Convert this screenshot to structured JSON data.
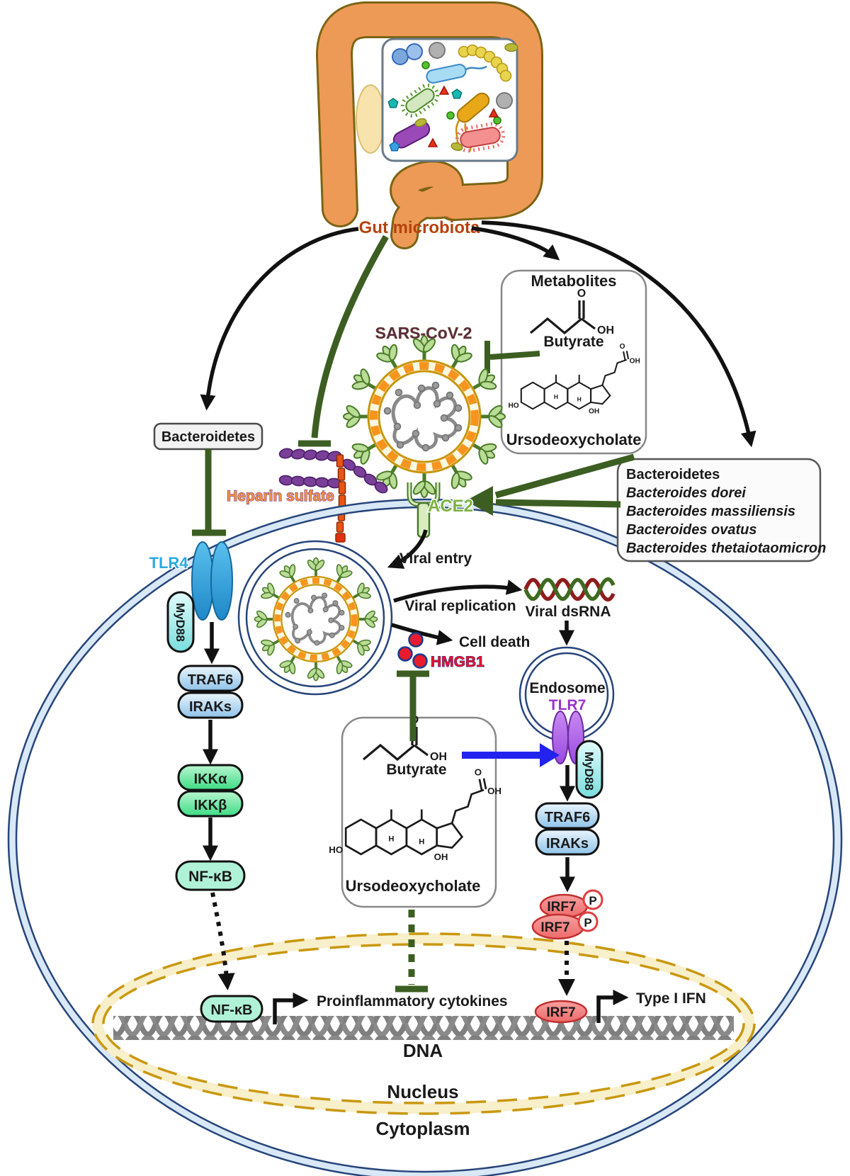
{
  "figure": {
    "description": "Gut microbiota modulation of SARS-CoV-2 infection signaling pathways"
  },
  "colors": {
    "inhibition_green": "#3d5e22",
    "membrane_blue": "#27457a",
    "nuclear_gold": "#c9980f",
    "gut_label": "#b5430e",
    "tlr4_label": "#29abe2",
    "tlr7_label": "#9933cc",
    "ace2_label": "#7cb342",
    "hmgb1_label": "#e8112d",
    "butyrate_arrow_blue": "#2323f0"
  },
  "gut": {
    "label": "Gut microbiota"
  },
  "metabolites_box": {
    "title": "Metabolites",
    "butyrate": "Butyrate",
    "ursodeoxycholate": "Ursodeoxycholate"
  },
  "virus": {
    "label": "SARS-CoV-2"
  },
  "bacteroidetes_box": {
    "label": "Bacteroidetes"
  },
  "heparin": {
    "label": "Heparin sulfate"
  },
  "ace2": {
    "label": "ACE2"
  },
  "species_box": {
    "lines": [
      "Bacteroidetes",
      "Bacteroides dorei",
      "Bacteroides massiliensis",
      "Bacteroides ovatus",
      "Bacteroides thetaiotaomicron"
    ]
  },
  "viral": {
    "entry": "Viral entry",
    "replication": "Viral replication",
    "dsrna": "Viral dsRNA",
    "cell_death": "Cell death",
    "hmgb1": "HMGB1"
  },
  "tlr4_pathway": {
    "receptor": "TLR4",
    "myd88": "MyD88",
    "traf6": "TRAF6",
    "iraks": "IRAKs",
    "ikka": "IKKα",
    "ikkb": "IKKβ",
    "nfkb": "NF-κB"
  },
  "cytokine_box": {
    "butyrate": "Butyrate",
    "ursodeoxycholate": "Ursodeoxycholate"
  },
  "endosome": {
    "label": "Endosome",
    "receptor": "TLR7",
    "myd88": "MyD88",
    "traf6": "TRAF6",
    "iraks": "IRAKs",
    "irf7": "IRF7",
    "phospho": "P"
  },
  "nucleus": {
    "nfkb": "NF-κB",
    "proinflammatory": "Proinflammatory cytokines",
    "irf7": "IRF7",
    "type1_ifn": "Type I IFN",
    "dna": "DNA",
    "nucleus_label": "Nucleus",
    "cytoplasm_label": "Cytoplasm"
  },
  "chem": {
    "o": "O",
    "oh": "OH",
    "ho": "HO",
    "h": "H"
  }
}
